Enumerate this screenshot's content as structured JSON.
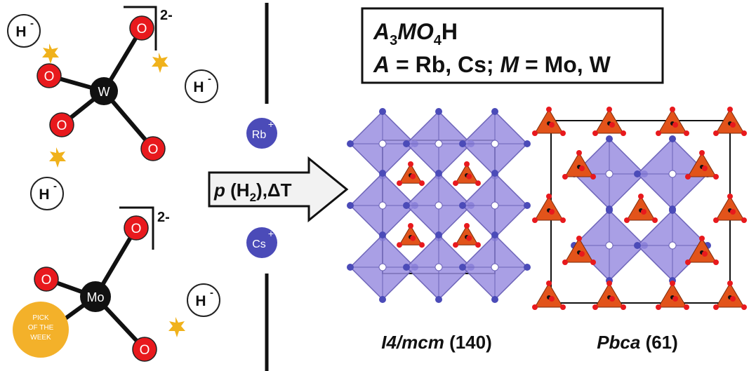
{
  "colors": {
    "oxygen": "#e8191d",
    "metal": "#111111",
    "cation": "#4b4bb8",
    "octahedron": "#9a8ee0",
    "octahedron_edge": "#6c63b8",
    "tetrahedron": "#e2531a",
    "spark": "#f0b21c",
    "badge": "#f3b12a"
  },
  "tungstate": {
    "metal_label": "W",
    "oxygen_label": "O",
    "charge": "2-",
    "hydride_label": "H",
    "hydride_charge": "-"
  },
  "molybdate": {
    "metal_label": "Mo",
    "oxygen_label": "O",
    "charge": "2-",
    "hydride_label": "H",
    "hydride_charge": "-"
  },
  "badge": {
    "line1": "PICK",
    "line2": "OF THE",
    "line3": "WEEK"
  },
  "cations": [
    {
      "symbol": "Rb",
      "charge": "+"
    },
    {
      "symbol": "Cs",
      "charge": "+"
    }
  ],
  "reaction_arrow": {
    "pressure_symbol": "p",
    "text": " (H",
    "subscript": "2",
    "suffix": "),ΔT"
  },
  "formula_box": {
    "line1": {
      "a": "A",
      "a_sub": "3",
      "m": "MO",
      "o_sub": "4",
      "h": "H"
    },
    "line2": {
      "a": "A",
      "a_eq": " = Rb, Cs; ",
      "m": "M",
      "m_eq": " = Mo, W"
    }
  },
  "structures": [
    {
      "space_group": "I4/mcm",
      "number": " (140)"
    },
    {
      "space_group": "Pbca",
      "number": " (61)"
    }
  ]
}
